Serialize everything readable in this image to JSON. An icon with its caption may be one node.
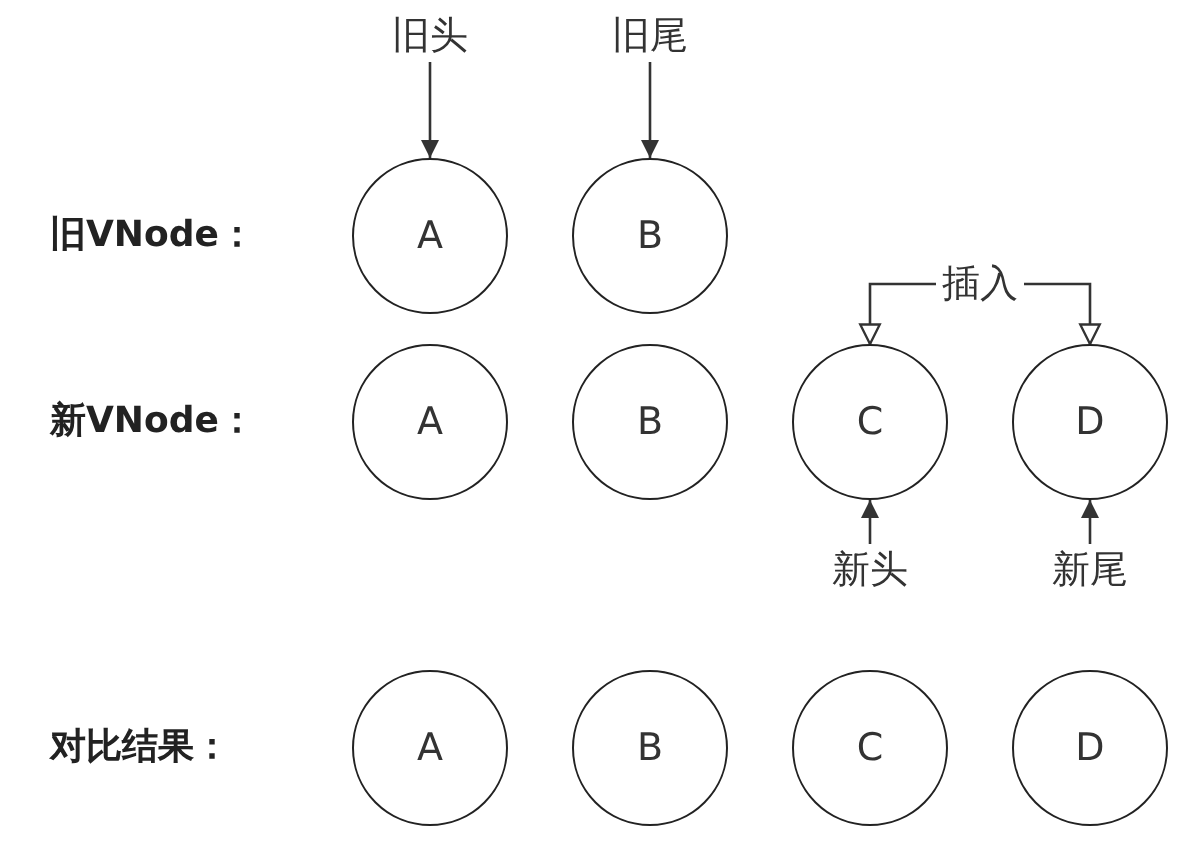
{
  "diagram": {
    "nodes": [
      {
        "text": [
          "旧头"
        ]
      },
      {
        "text": [
          "旧尾"
        ]
      },
      {
        "text": [
          "A"
        ]
      },
      {
        "text": [
          "B"
        ]
      },
      {
        "text": [
          "插入"
        ]
      },
      {
        "text": [
          "A"
        ]
      },
      {
        "text": [
          "B"
        ]
      },
      {
        "text": [
          "C"
        ]
      },
      {
        "text": [
          "D"
        ]
      },
      {
        "text": [
          "新头"
        ]
      },
      {
        "text": [
          "新尾"
        ]
      },
      {
        "text": [
          "A"
        ]
      },
      {
        "text": [
          "B"
        ]
      },
      {
        "text": [
          "C"
        ]
      },
      {
        "text": [
          "D"
        ]
      }
    ],
    "edges": [
      {
        "from": 0,
        "to": 2,
        "arrow": "to"
      },
      {
        "from": 1,
        "to": 3,
        "arrow": "to"
      },
      {
        "from": 4,
        "to": 7,
        "arrow": "to"
      },
      {
        "from": 4,
        "to": 8,
        "arrow": "to"
      },
      {
        "from": 9,
        "to": 7,
        "arrow": "to"
      },
      {
        "from": 10,
        "to": 8,
        "arrow": "to"
      }
    ],
    "labels": [
      "旧VNode：",
      "新VNode：",
      "对比结果："
    ]
  }
}
